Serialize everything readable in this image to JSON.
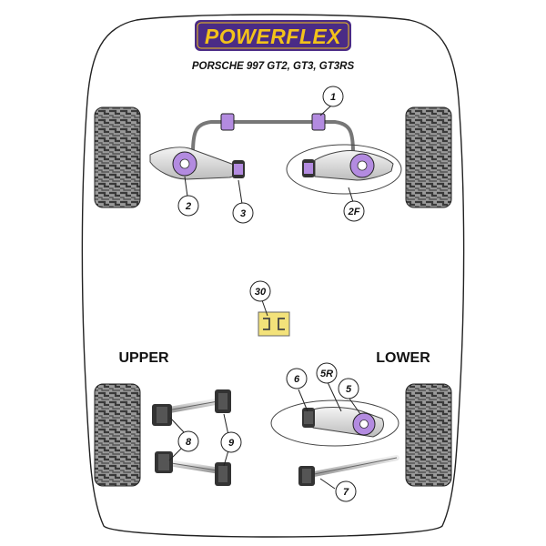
{
  "brand": {
    "logo_text": "POWERFLEX",
    "subtitle": "PORSCHE 997 GT2, GT3, GT3RS",
    "colors": {
      "logo_bg": "#4a2b86",
      "logo_text": "#f2c21a",
      "bush_purple": "#b38be0",
      "bush_yellow": "#f3e27a"
    }
  },
  "section_labels": {
    "upper": "UPPER",
    "lower": "LOWER"
  },
  "callouts": [
    {
      "id": "1",
      "text": "1"
    },
    {
      "id": "2",
      "text": "2"
    },
    {
      "id": "3",
      "text": "3"
    },
    {
      "id": "2f",
      "text": "2F"
    },
    {
      "id": "30",
      "text": "30"
    },
    {
      "id": "6",
      "text": "6"
    },
    {
      "id": "5r",
      "text": "5R"
    },
    {
      "id": "5",
      "text": "5"
    },
    {
      "id": "8",
      "text": "8"
    },
    {
      "id": "9",
      "text": "9"
    },
    {
      "id": "7",
      "text": "7"
    }
  ]
}
